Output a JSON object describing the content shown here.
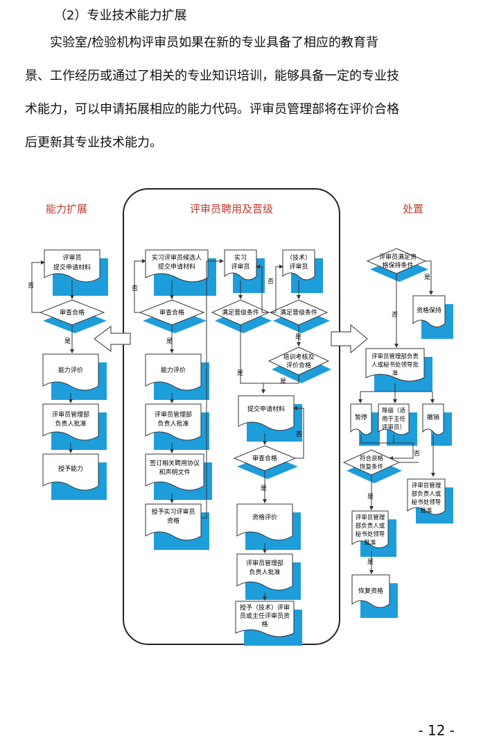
{
  "section_heading": "（2）专业技术能力扩展",
  "paragraph_lines": [
    "实验室/检验机构评审员如果在新的专业具备了相应的教育背",
    "景、工作经历或通过了相关的专业知识培训，能够具备一定的专业技",
    "术能力，可以申请拓展相应的能力代码。评审员管理部将在评价合格",
    "后更新其专业技术能力。"
  ],
  "flowchart": {
    "column_titles": {
      "left": "能力扩展",
      "middle": "评审员聘用及晋级",
      "right": "处置"
    },
    "left": {
      "submit": [
        "评审员",
        "提交申请材料"
      ],
      "review": "审查合格",
      "no": "否",
      "yes": "是",
      "evaluate": "能力评价",
      "approve": [
        "评审员管理部",
        "负责人批准"
      ],
      "grant": "授予能力"
    },
    "middle": {
      "candidate": [
        "实习评审员候选人",
        "提交申请材料"
      ],
      "review": "审查合格",
      "no": "否",
      "yes": "是",
      "evaluate": "能力评价",
      "approve": [
        "评审员管理部",
        "负责人批准"
      ],
      "sign": [
        "签订相关聘用协议",
        "和声明文件"
      ],
      "grant_trainee": [
        "授予实习评审员",
        "资格"
      ],
      "trainee": [
        "实习",
        "评审员"
      ],
      "technical": [
        "（技术）",
        "评审员"
      ],
      "meet1": "满足晋级条件",
      "meet2": "满足晋级条件",
      "no_mid": "否",
      "yes_mid": "是",
      "training": [
        "培训考核及",
        "评价合格"
      ],
      "yes_a": "是",
      "yes_b": "是",
      "submit": "提交申请材料",
      "review2": "审查合格",
      "no2": "否",
      "yes2": "是",
      "qual_eval": "资格评价",
      "approve2": [
        "评审员管理部",
        "负责人批准"
      ],
      "grant_final": [
        "授予（技术）评审",
        "员或主任评审员资",
        "格"
      ]
    },
    "right": {
      "keep_check": [
        "评审员满足资",
        "格保持条件"
      ],
      "yes": "是",
      "keep": "资格保持",
      "no": "否",
      "leader": [
        "评审员管理部负责",
        "人或秘书处领导批",
        "准"
      ],
      "suspend": "暂停",
      "demote": [
        "降级（适",
        "用于主任",
        "评审员）"
      ],
      "revoke": "撤销",
      "restore_check": [
        "符合资格",
        "恢复条件"
      ],
      "no2": "否",
      "yes2": "是",
      "approve_a": [
        "评审员管理",
        "部负责人或",
        "秘书处领导",
        "批准"
      ],
      "approve_b": [
        "评审员管理",
        "部负责人或",
        "秘书处领导",
        "批准"
      ],
      "yes3": "是",
      "restore": "恢复资格"
    }
  },
  "page_number": "- 12 -"
}
